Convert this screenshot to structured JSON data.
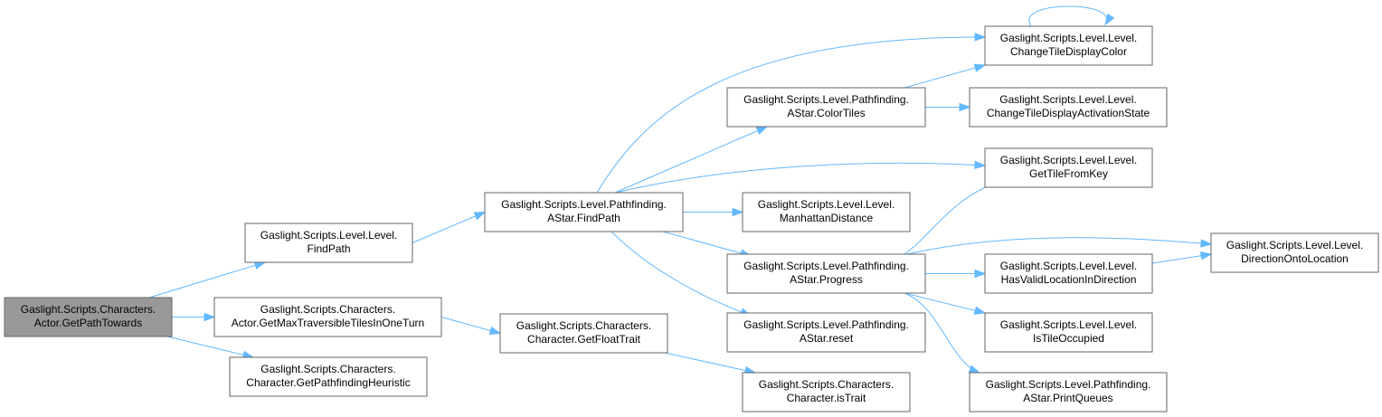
{
  "nodes": [
    {
      "id": "root",
      "lines": [
        "Gaslight.Scripts.Characters.",
        "Actor.GetPathTowards"
      ],
      "root": true
    },
    {
      "id": "level_findpath",
      "lines": [
        "Gaslight.Scripts.Level.Level.",
        "FindPath"
      ]
    },
    {
      "id": "actor_getmax",
      "lines": [
        "Gaslight.Scripts.Characters.",
        "Actor.GetMaxTraversibleTilesInOneTurn"
      ]
    },
    {
      "id": "char_getheur",
      "lines": [
        "Gaslight.Scripts.Characters.",
        "Character.GetPathfindingHeuristic"
      ]
    },
    {
      "id": "astar_findpath",
      "lines": [
        "Gaslight.Scripts.Level.Pathfinding.",
        "AStar.FindPath"
      ]
    },
    {
      "id": "char_getfloat",
      "lines": [
        "Gaslight.Scripts.Characters.",
        "Character.GetFloatTrait"
      ]
    },
    {
      "id": "astar_colortiles",
      "lines": [
        "Gaslight.Scripts.Level.Pathfinding.",
        "AStar.ColorTiles"
      ]
    },
    {
      "id": "level_manhattan",
      "lines": [
        "Gaslight.Scripts.Level.Level.",
        "ManhattanDistance"
      ]
    },
    {
      "id": "astar_progress",
      "lines": [
        "Gaslight.Scripts.Level.Pathfinding.",
        "AStar.Progress"
      ]
    },
    {
      "id": "astar_reset",
      "lines": [
        "Gaslight.Scripts.Level.Pathfinding.",
        "AStar.reset"
      ]
    },
    {
      "id": "char_istrait",
      "lines": [
        "Gaslight.Scripts.Characters.",
        "Character.isTrait"
      ]
    },
    {
      "id": "level_changecolor",
      "lines": [
        "Gaslight.Scripts.Level.Level.",
        "ChangeTileDisplayColor"
      ]
    },
    {
      "id": "level_changeactivation",
      "lines": [
        "Gaslight.Scripts.Level.Level.",
        "ChangeTileDisplayActivationState"
      ]
    },
    {
      "id": "level_gettile",
      "lines": [
        "Gaslight.Scripts.Level.Level.",
        "GetTileFromKey"
      ]
    },
    {
      "id": "level_hasvalid",
      "lines": [
        "Gaslight.Scripts.Level.Level.",
        "HasValidLocationInDirection"
      ]
    },
    {
      "id": "level_istileocc",
      "lines": [
        "Gaslight.Scripts.Level.Level.",
        "IsTileOccupied"
      ]
    },
    {
      "id": "astar_printqueues",
      "lines": [
        "Gaslight.Scripts.Level.Pathfinding.",
        "AStar.PrintQueues"
      ]
    },
    {
      "id": "level_direction",
      "lines": [
        "Gaslight.Scripts.Level.Level.",
        "DirectionOntoLocation"
      ]
    }
  ],
  "edges": [
    [
      "root",
      "level_findpath"
    ],
    [
      "root",
      "actor_getmax"
    ],
    [
      "root",
      "char_getheur"
    ],
    [
      "level_findpath",
      "astar_findpath"
    ],
    [
      "actor_getmax",
      "char_getfloat"
    ],
    [
      "astar_findpath",
      "level_changecolor"
    ],
    [
      "astar_findpath",
      "astar_colortiles"
    ],
    [
      "astar_findpath",
      "level_gettile"
    ],
    [
      "astar_findpath",
      "level_manhattan"
    ],
    [
      "astar_findpath",
      "astar_progress"
    ],
    [
      "astar_findpath",
      "astar_reset"
    ],
    [
      "char_getfloat",
      "char_istrait"
    ],
    [
      "astar_colortiles",
      "level_changecolor"
    ],
    [
      "astar_colortiles",
      "level_changeactivation"
    ],
    [
      "level_changecolor",
      "level_changecolor"
    ],
    [
      "astar_progress",
      "level_gettile"
    ],
    [
      "astar_progress",
      "level_direction"
    ],
    [
      "astar_progress",
      "level_hasvalid"
    ],
    [
      "astar_progress",
      "level_istileocc"
    ],
    [
      "astar_progress",
      "astar_printqueues"
    ],
    [
      "level_hasvalid",
      "level_direction"
    ]
  ],
  "colors": {
    "edge": "#63b8ff",
    "root_fill": "#999999",
    "node_fill": "#ffffff",
    "node_border": "#666666"
  }
}
